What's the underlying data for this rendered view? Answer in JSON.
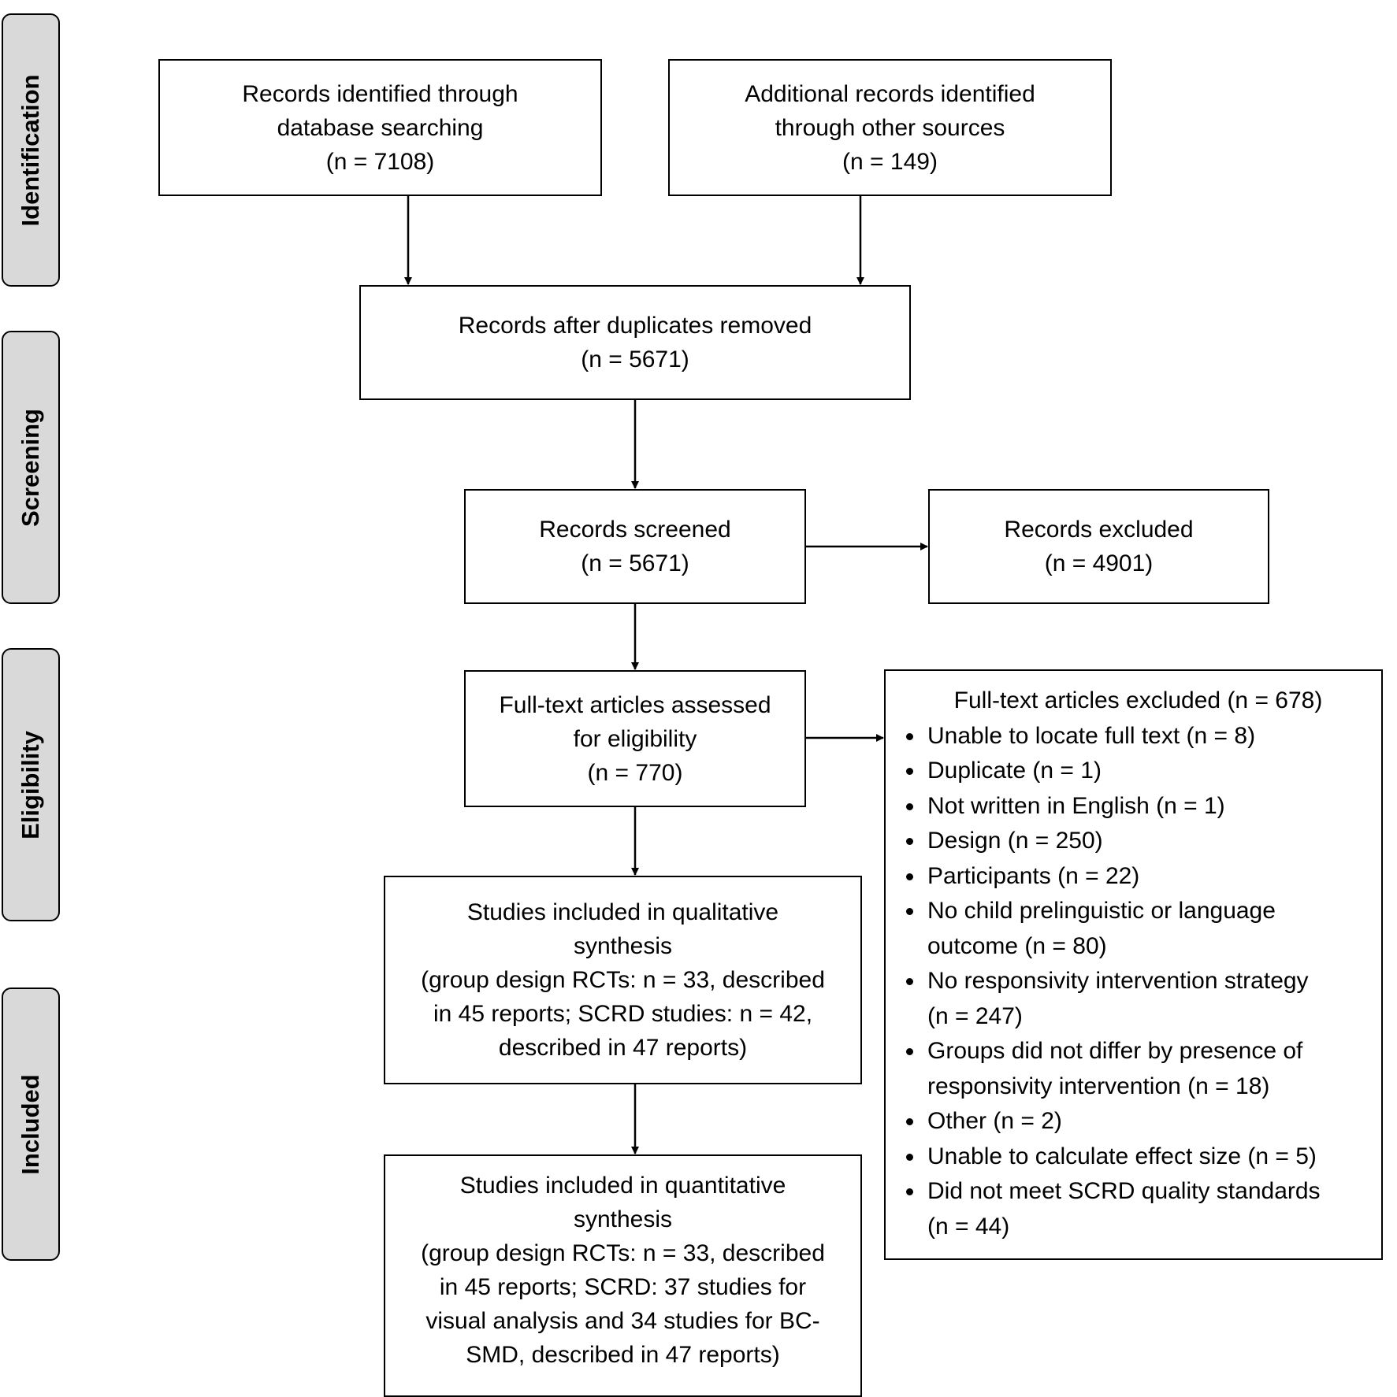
{
  "phases": {
    "identification": "Identification",
    "screening": "Screening",
    "eligibility": "Eligibility",
    "included": "Included"
  },
  "boxes": {
    "database": [
      "Records identified through",
      "database searching",
      "(n = 7108)"
    ],
    "other_sources": [
      "Additional records identified",
      "through other sources",
      "(n = 149)"
    ],
    "duplicates_removed": [
      "Records after duplicates removed",
      "(n = 5671)"
    ],
    "screened": [
      "Records screened",
      "(n = 5671)"
    ],
    "excluded": [
      "Records excluded",
      "(n = 4901)"
    ],
    "fulltext_assessed": [
      "Full-text articles assessed",
      "for eligibility",
      "(n = 770)"
    ],
    "qualitative": [
      "Studies included in qualitative",
      "synthesis",
      "(group design RCTs: n = 33, described",
      "in 45 reports; SCRD studies: n = 42,",
      "described in 47 reports)"
    ],
    "quantitative": [
      "Studies included in quantitative",
      "synthesis",
      "(group design RCTs: n = 33, described",
      "in 45 reports; SCRD: 37 studies for",
      "visual analysis and 34 studies for BC-",
      "SMD, described in 47 reports)"
    ]
  },
  "fulltext_excluded": {
    "heading": "Full-text articles excluded (n = 678)",
    "items": [
      [
        "Unable to locate full text (n = 8)"
      ],
      [
        "Duplicate (n = 1)"
      ],
      [
        "Not written in English (n = 1)"
      ],
      [
        "Design (n = 250)"
      ],
      [
        "Participants (n = 22)"
      ],
      [
        "No child prelinguistic or language",
        "outcome (n = 80)"
      ],
      [
        "No responsivity intervention strategy",
        "(n = 247)"
      ],
      [
        "Groups did not differ by presence of",
        "responsivity intervention (n = 18)"
      ],
      [
        "Other (n = 2)"
      ],
      [
        "Unable to calculate effect size (n = 5)"
      ],
      [
        "Did not meet SCRD quality standards",
        "(n = 44)"
      ]
    ]
  }
}
